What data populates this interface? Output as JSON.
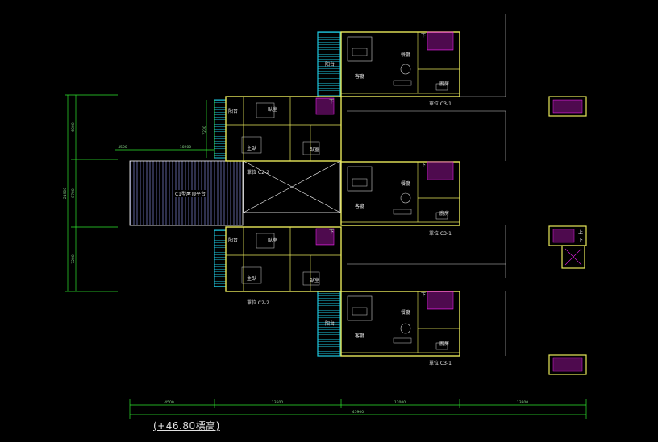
{
  "elevation_label": "(+46.80標高)",
  "rooms": {
    "yangtai": "阳台",
    "keting": "客廳",
    "canting": "餐廳",
    "chufang": "廚房",
    "woshi": "臥室",
    "zhuwo": "主臥",
    "xia": "下",
    "shang": "上"
  },
  "units": {
    "c3_1": "單位 C3-1",
    "c2_2": "單位 C2-2"
  },
  "terrace_label": "C1型屋頂平台",
  "dimensions": {
    "bottom_1": "4500",
    "bottom_2": "13500",
    "bottom_3": "12000",
    "bottom_4": "13800",
    "bottom_total": "45900",
    "left_total": "21900",
    "left_1": "6000",
    "left_2": "8700",
    "left_3": "7200",
    "terrace_1": "4500",
    "terrace_2": "10200",
    "balcony_dim": "7200"
  },
  "colors": {
    "background": "#000000",
    "wall": "#e8e85a",
    "balcony": "#1ec8e0",
    "dimension": "#2ee62e",
    "stair": "#e01ee0",
    "outline": "#ffffff"
  }
}
